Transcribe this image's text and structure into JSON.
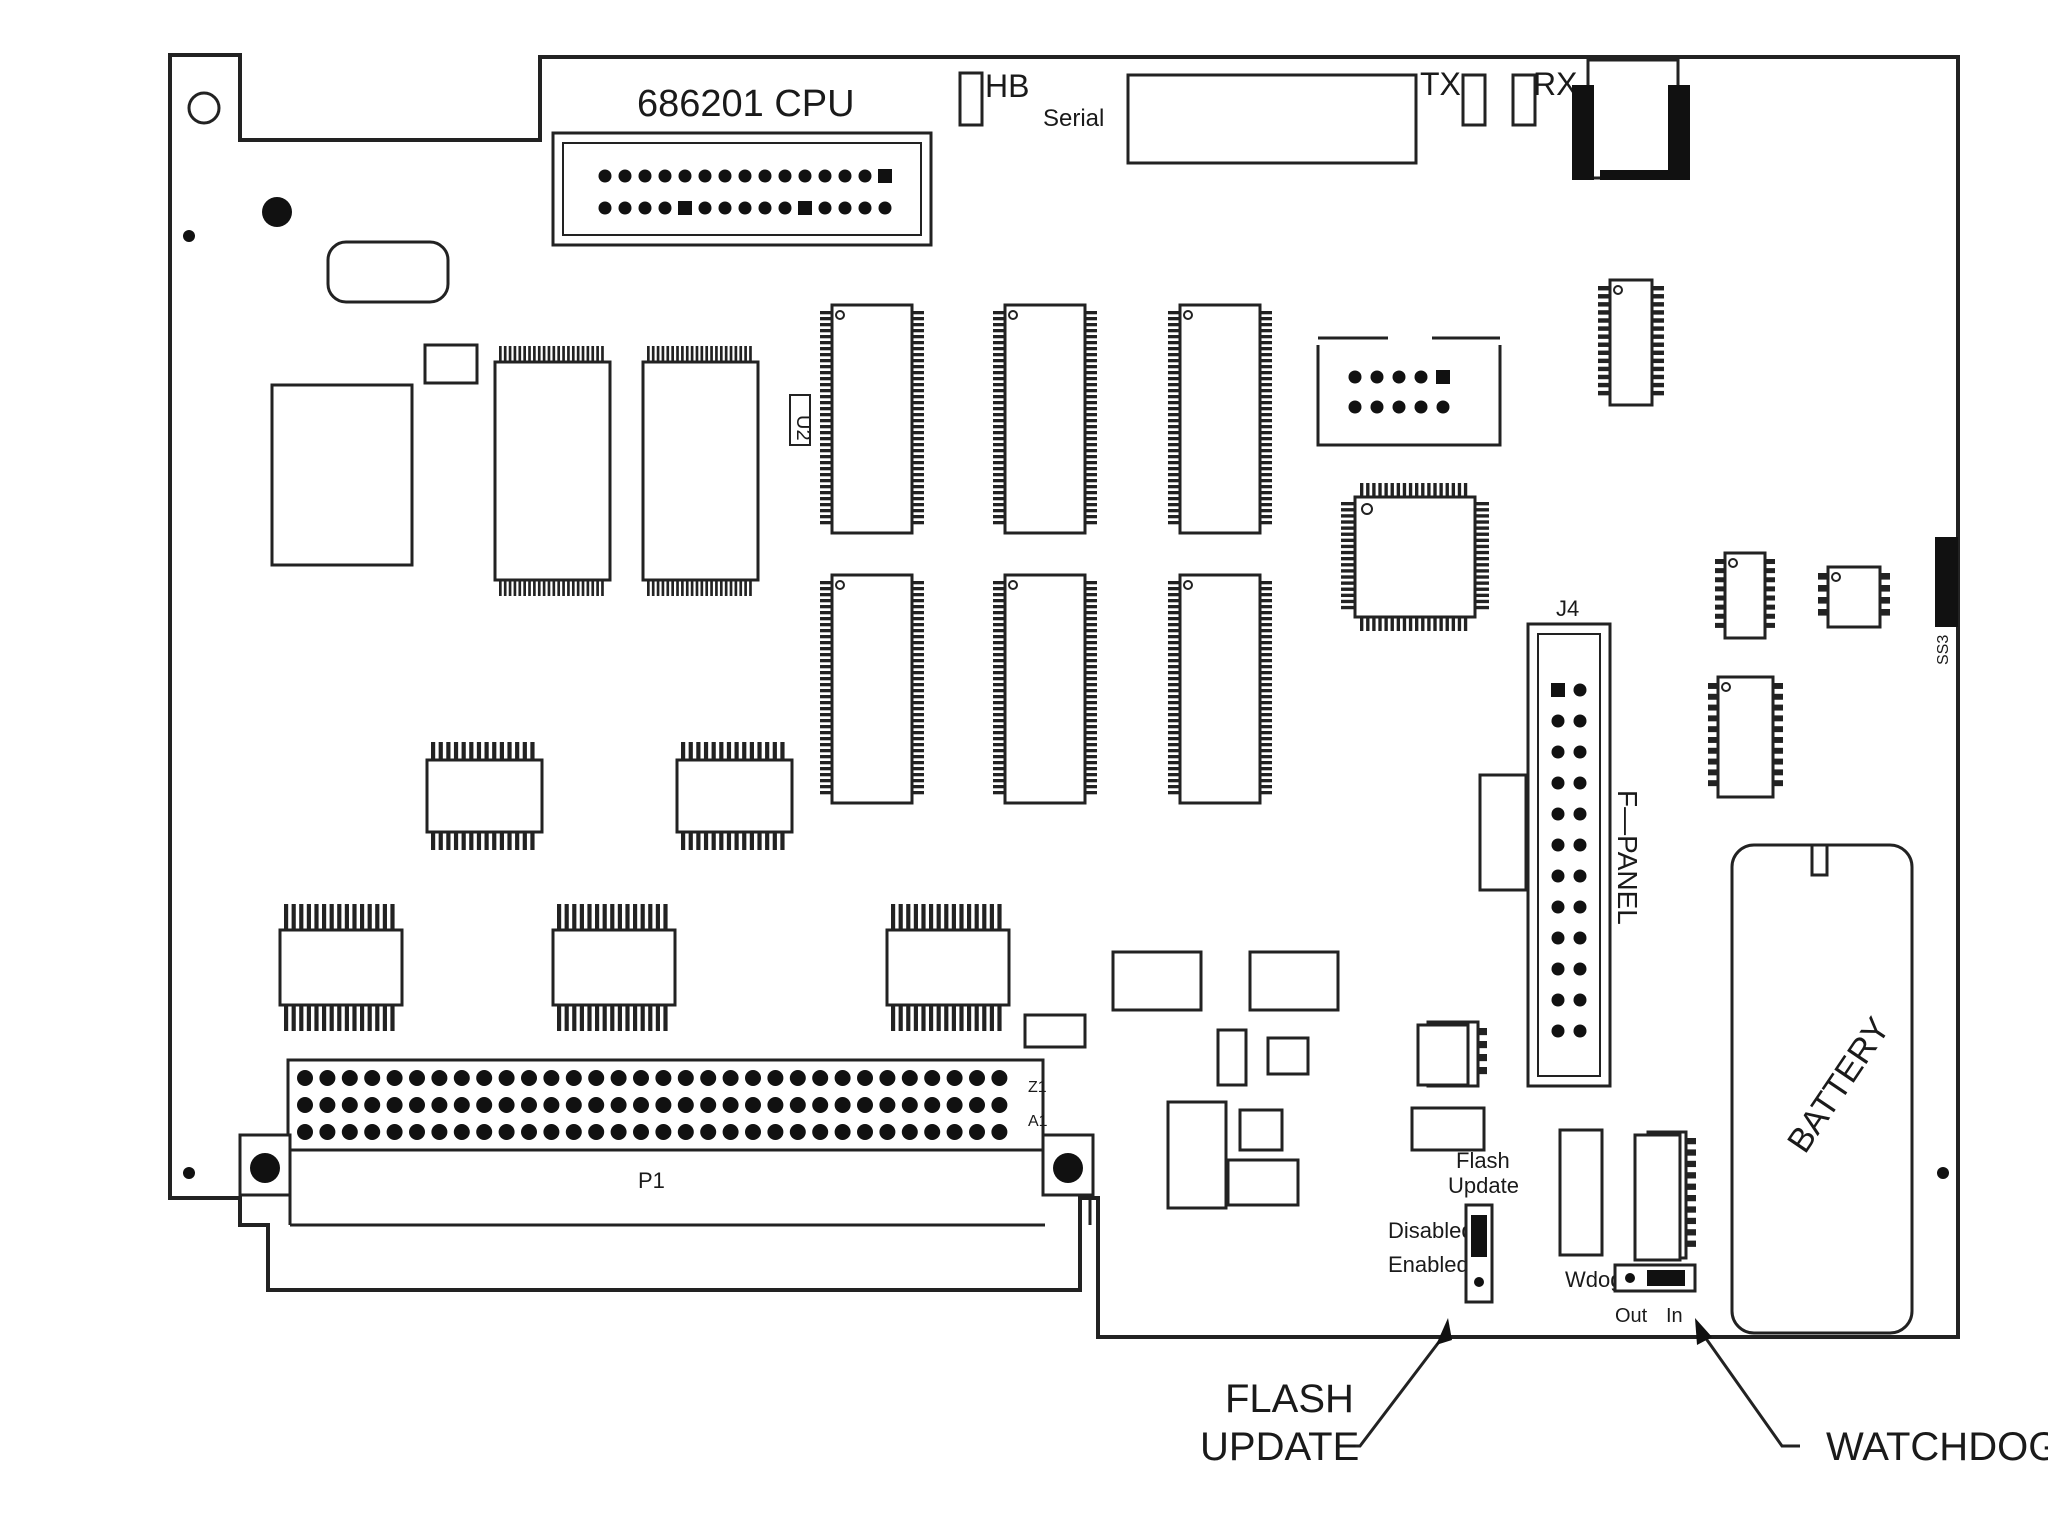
{
  "labels": {
    "cpu": "686201 CPU",
    "hb": "HB",
    "serial": "Serial",
    "tx": "TX",
    "rx": "RX",
    "u2": "U2",
    "j4": "J4",
    "f_panel": "F—PANEL",
    "battery": "BATTERY",
    "p1": "P1",
    "pin_z1": "Z1",
    "pin_a1": "A1",
    "side_code": "SS3",
    "flash_update_jumper": [
      "Flash",
      "Update"
    ],
    "disabled": "Disabled",
    "enabled": "Enabled",
    "wdog": "Wdog",
    "out": "Out",
    "in": "In"
  },
  "callouts": {
    "flash_update": [
      "FLASH",
      "UPDATE"
    ],
    "watchdog": "WATCHDOG"
  },
  "colors": {
    "ink": "#222222",
    "background": "#ffffff"
  }
}
